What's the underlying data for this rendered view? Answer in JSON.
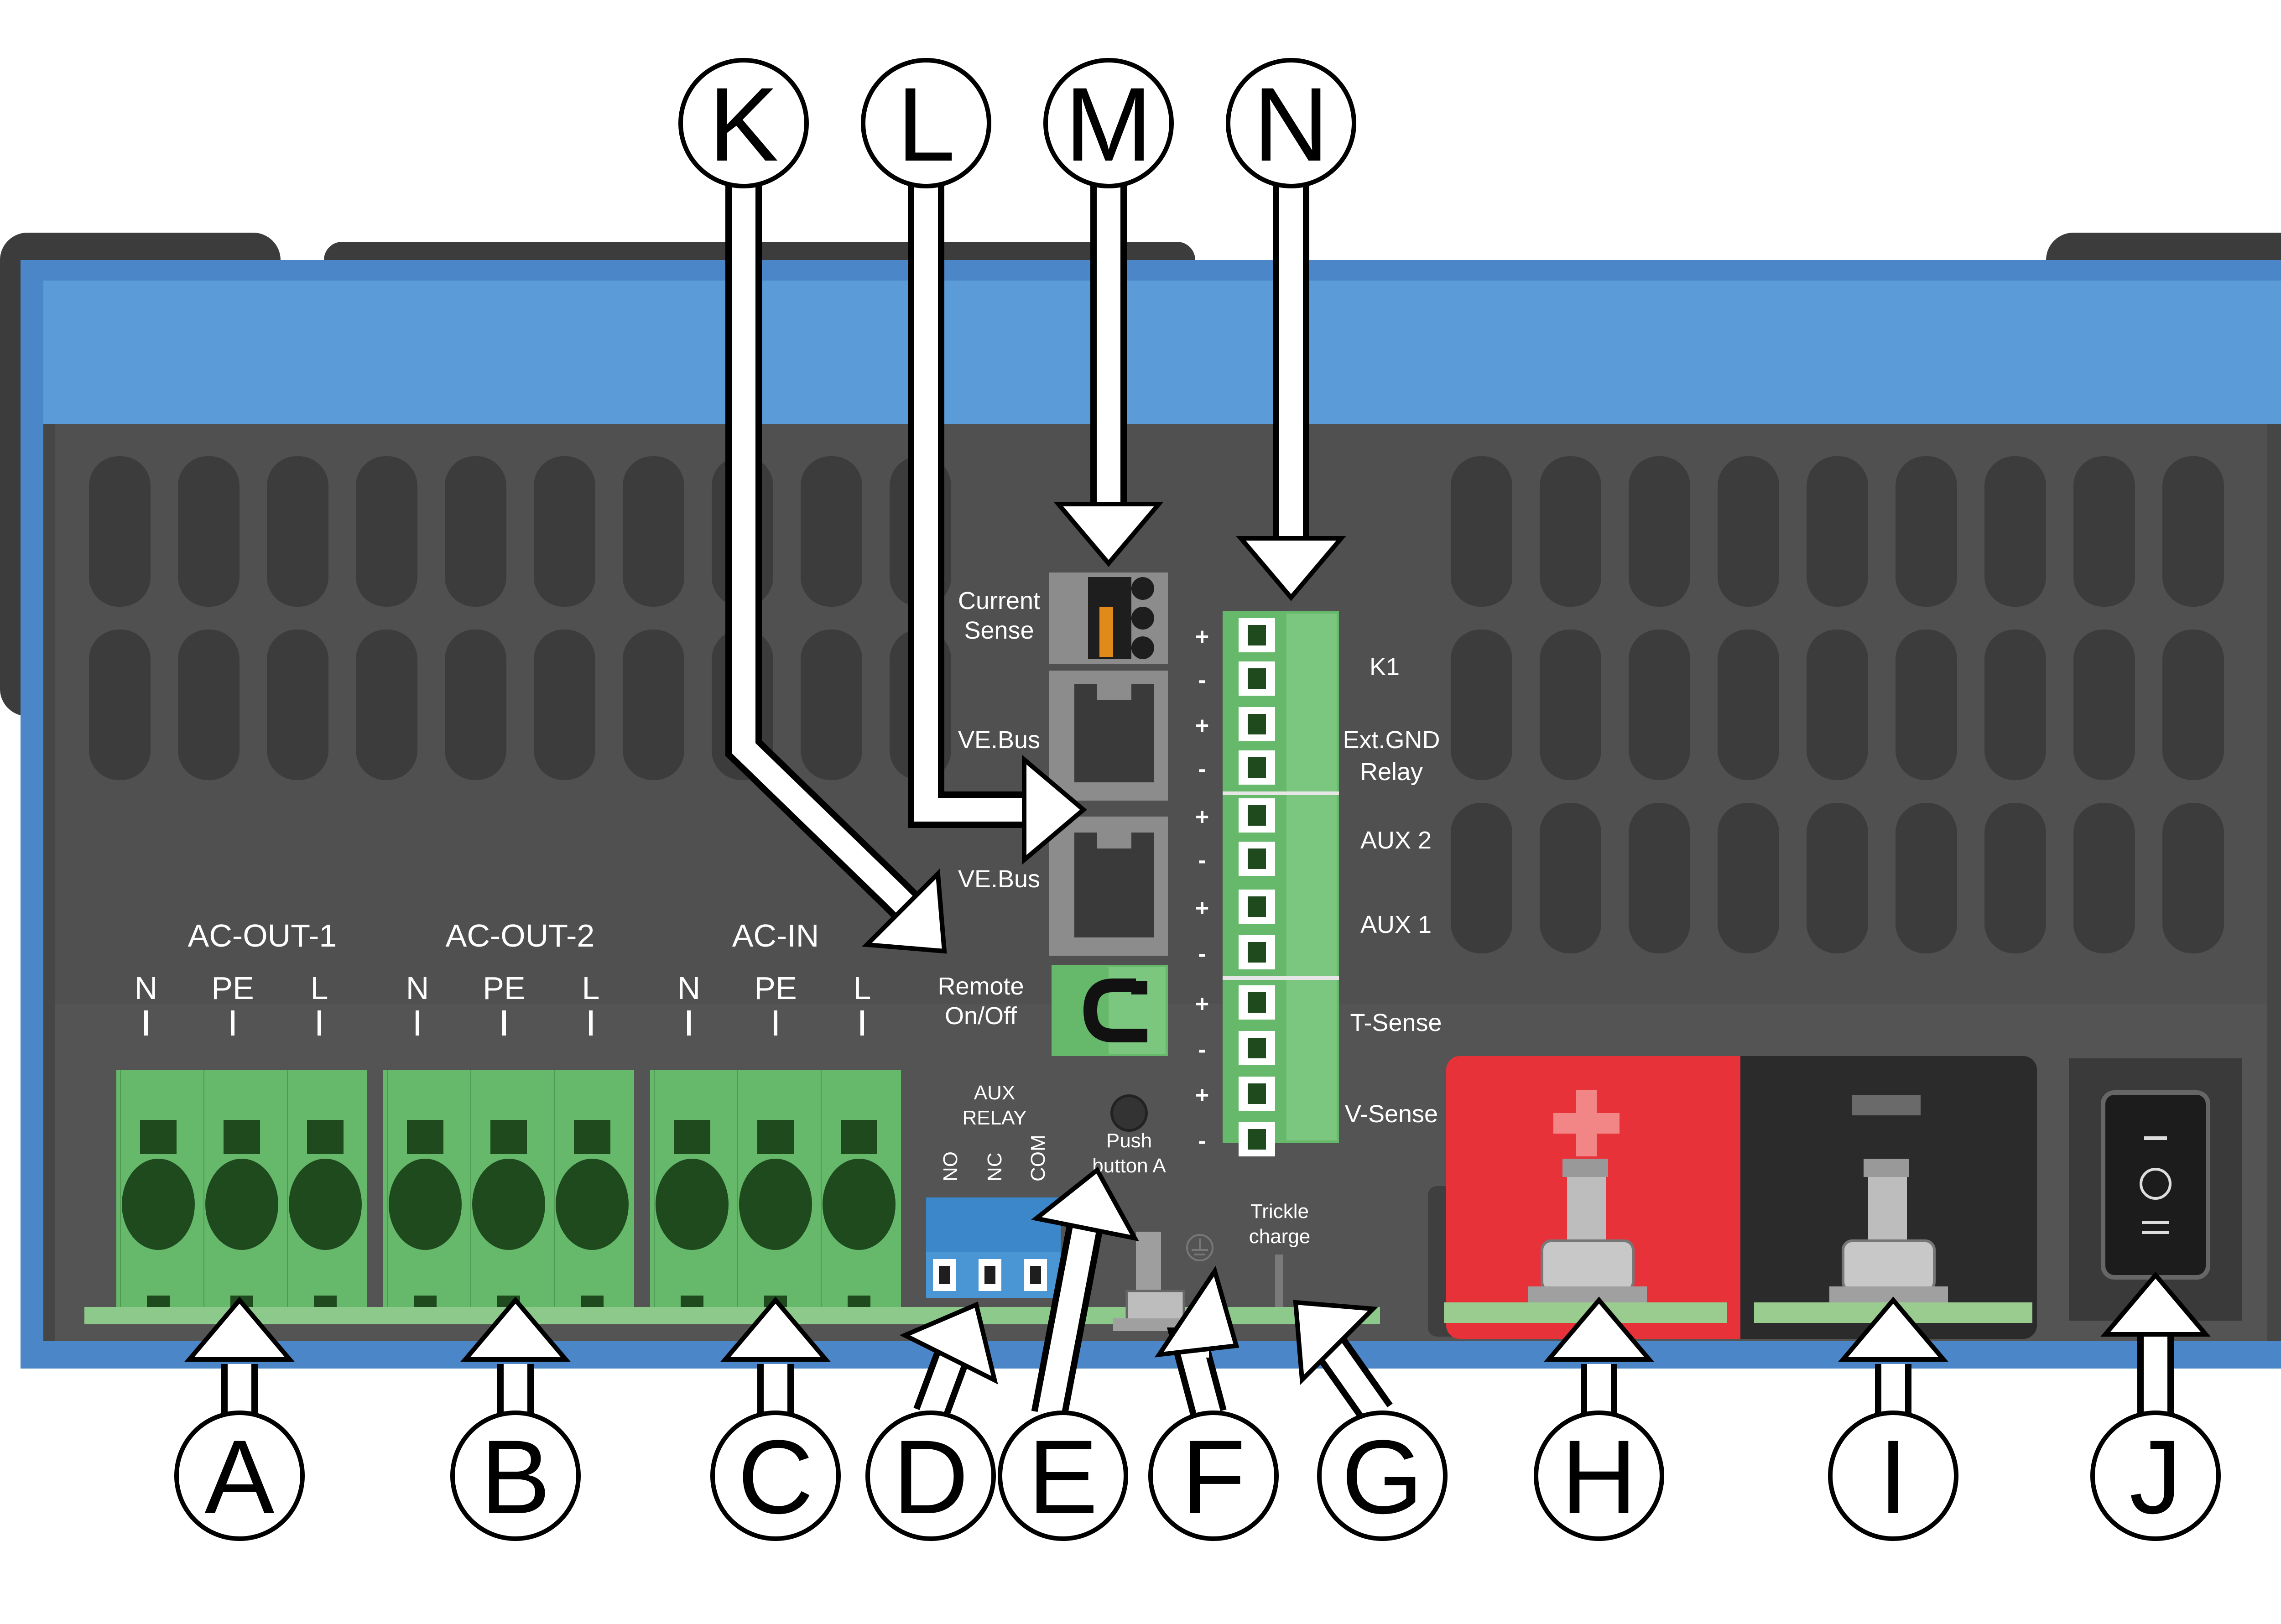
{
  "colors": {
    "housing_blue": "#4a86c8",
    "housing_blue_light": "#5b9bd8",
    "body_dark": "#464646",
    "terminal_green": "#66b86a",
    "terminal_hole": "#1e4a1e",
    "relay_blue": "#3b87c9",
    "plus_terminal_red": "#e8323a",
    "minus_terminal_black": "#2b2b2b",
    "gray_port": "#8c8c8c"
  },
  "ac_groups": [
    {
      "name": "AC-OUT-1",
      "pins": [
        "N",
        "PE",
        "L"
      ]
    },
    {
      "name": "AC-OUT-2",
      "pins": [
        "N",
        "PE",
        "L"
      ]
    },
    {
      "name": "AC-IN",
      "pins": [
        "N",
        "PE",
        "L"
      ]
    }
  ],
  "aux_relay": {
    "title_line1": "AUX",
    "title_line2": "RELAY",
    "pins": [
      "NO",
      "NC",
      "COM"
    ]
  },
  "push_button": {
    "line1": "Push",
    "line2": "button A"
  },
  "trickle": {
    "line1": "Trickle",
    "line2": "charge"
  },
  "ports": {
    "current_sense_line1": "Current",
    "current_sense_line2": "Sense",
    "vebus_1": "VE.Bus",
    "vebus_2": "VE.Bus",
    "remote_line1": "Remote",
    "remote_line2": "On/Off"
  },
  "terminal_block": {
    "signs": [
      "+",
      "-",
      "+",
      "-",
      "+",
      "-",
      "+",
      "-",
      "+",
      "-",
      "+",
      "-"
    ],
    "labels": {
      "k1": "K1",
      "ext_gnd_line1": "Ext.GND",
      "ext_gnd_line2": "Relay",
      "aux2": "AUX 2",
      "aux1": "AUX 1",
      "tsense": "T-Sense",
      "vsense": "V-Sense"
    }
  },
  "callouts_top": [
    "K",
    "L",
    "M",
    "N"
  ],
  "callouts_bottom": [
    "A",
    "B",
    "C",
    "D",
    "E",
    "F",
    "G",
    "H",
    "I",
    "J"
  ],
  "switch_symbols": [
    "I",
    "O",
    "II"
  ]
}
